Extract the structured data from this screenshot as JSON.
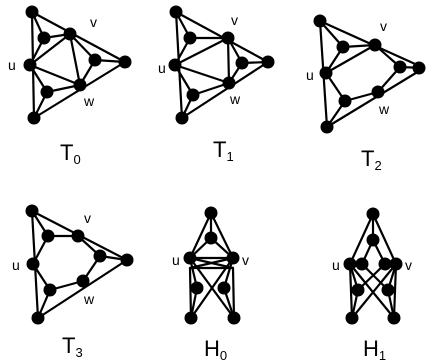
{
  "graphs": [
    {
      "id": "T0",
      "name": "T",
      "subscript": "0",
      "labels": {
        "u": "u",
        "v": "v",
        "w": "w"
      }
    },
    {
      "id": "T1",
      "name": "T",
      "subscript": "1",
      "labels": {
        "u": "u",
        "v": "v",
        "w": "w"
      }
    },
    {
      "id": "T2",
      "name": "T",
      "subscript": "2",
      "labels": {
        "u": "u",
        "v": "v",
        "w": "w"
      }
    },
    {
      "id": "T3",
      "name": "T",
      "subscript": "3",
      "labels": {
        "u": "u",
        "v": "v",
        "w": "w"
      }
    },
    {
      "id": "H0",
      "name": "H",
      "subscript": "0",
      "labels": {
        "u": "u",
        "v": "v"
      }
    },
    {
      "id": "H1",
      "name": "H",
      "subscript": "1",
      "labels": {
        "u": "u",
        "v": "v"
      }
    }
  ]
}
